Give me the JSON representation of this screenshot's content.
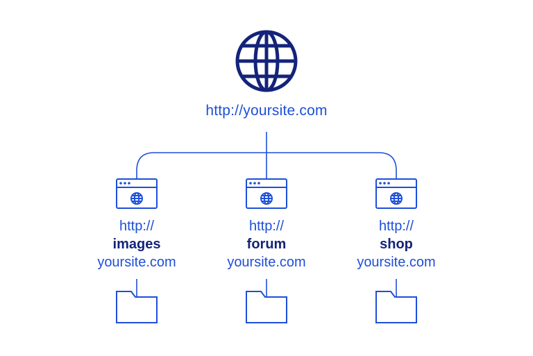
{
  "root": {
    "url": "http://yoursite.com",
    "icon": "globe-icon"
  },
  "subdomains": [
    {
      "prefix": "http://",
      "name": "images",
      "domain": "yoursite.com",
      "icon": "browser-window-icon",
      "folder_icon": "folder-icon"
    },
    {
      "prefix": "http://",
      "name": "forum",
      "domain": "yoursite.com",
      "icon": "browser-window-icon",
      "folder_icon": "folder-icon"
    },
    {
      "prefix": "http://",
      "name": "shop",
      "domain": "yoursite.com",
      "icon": "browser-window-icon",
      "folder_icon": "folder-icon"
    }
  ],
  "colors": {
    "primary": "#1d4fd8",
    "dark": "#14237a",
    "background": "#ffffff"
  }
}
